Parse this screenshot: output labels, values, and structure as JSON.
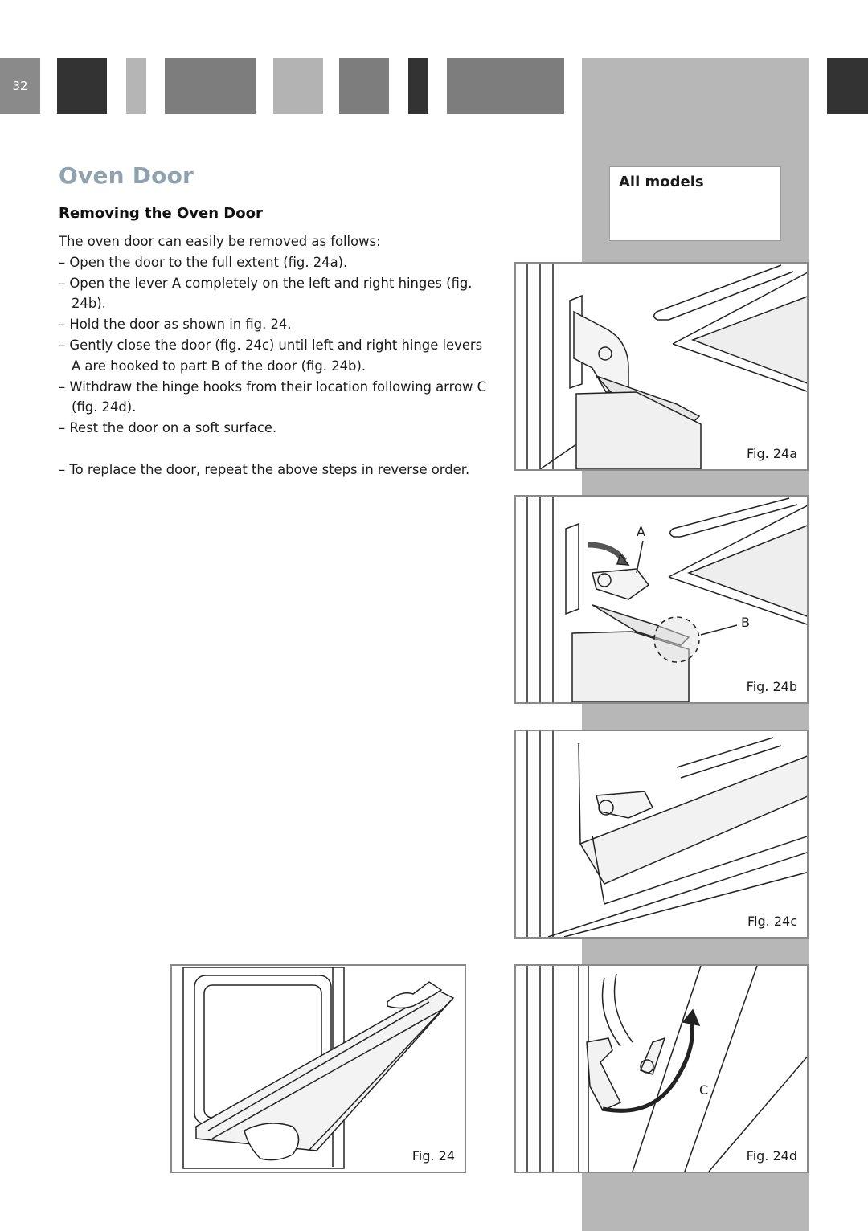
{
  "page_number": "32",
  "header_bars": [
    {
      "color": "#8a8a8a"
    },
    {
      "color": "#333333"
    },
    {
      "color": "#b5b5b5"
    },
    {
      "color": "#7d7d7d"
    },
    {
      "color": "#b3b3b3"
    },
    {
      "color": "#7d7d7d"
    },
    {
      "color": "#333333"
    },
    {
      "color": "#7d7d7d"
    },
    {
      "color": "#333333"
    }
  ],
  "title": "Oven Door",
  "section": {
    "heading": "Removing the Oven Door",
    "intro": "The oven door can easily be removed as follows:",
    "steps": [
      "– Open the door to the full extent (fig. 24a).",
      "– Open the lever A completely on the left and right hinges (fig. 24b).",
      "– Hold the door as shown in fig. 24.",
      "– Gently close the door (fig. 24c) until left and right hinge levers A are hooked to part B of the door (fig. 24b).",
      "– Withdraw the hinge hooks from their location following arrow C (fig. 24d).",
      "– Rest the door on a soft surface."
    ],
    "replace_note": "– To replace the door, repeat the above steps in reverse order."
  },
  "models_label": "All models",
  "figures": {
    "fig24": {
      "caption": "Fig. 24"
    },
    "fig24a": {
      "caption": "Fig. 24a"
    },
    "fig24b": {
      "caption": "Fig. 24b",
      "label_a": "A",
      "label_b": "B"
    },
    "fig24c": {
      "caption": "Fig. 24c"
    },
    "fig24d": {
      "caption": "Fig. 24d",
      "label_c": "C"
    }
  }
}
